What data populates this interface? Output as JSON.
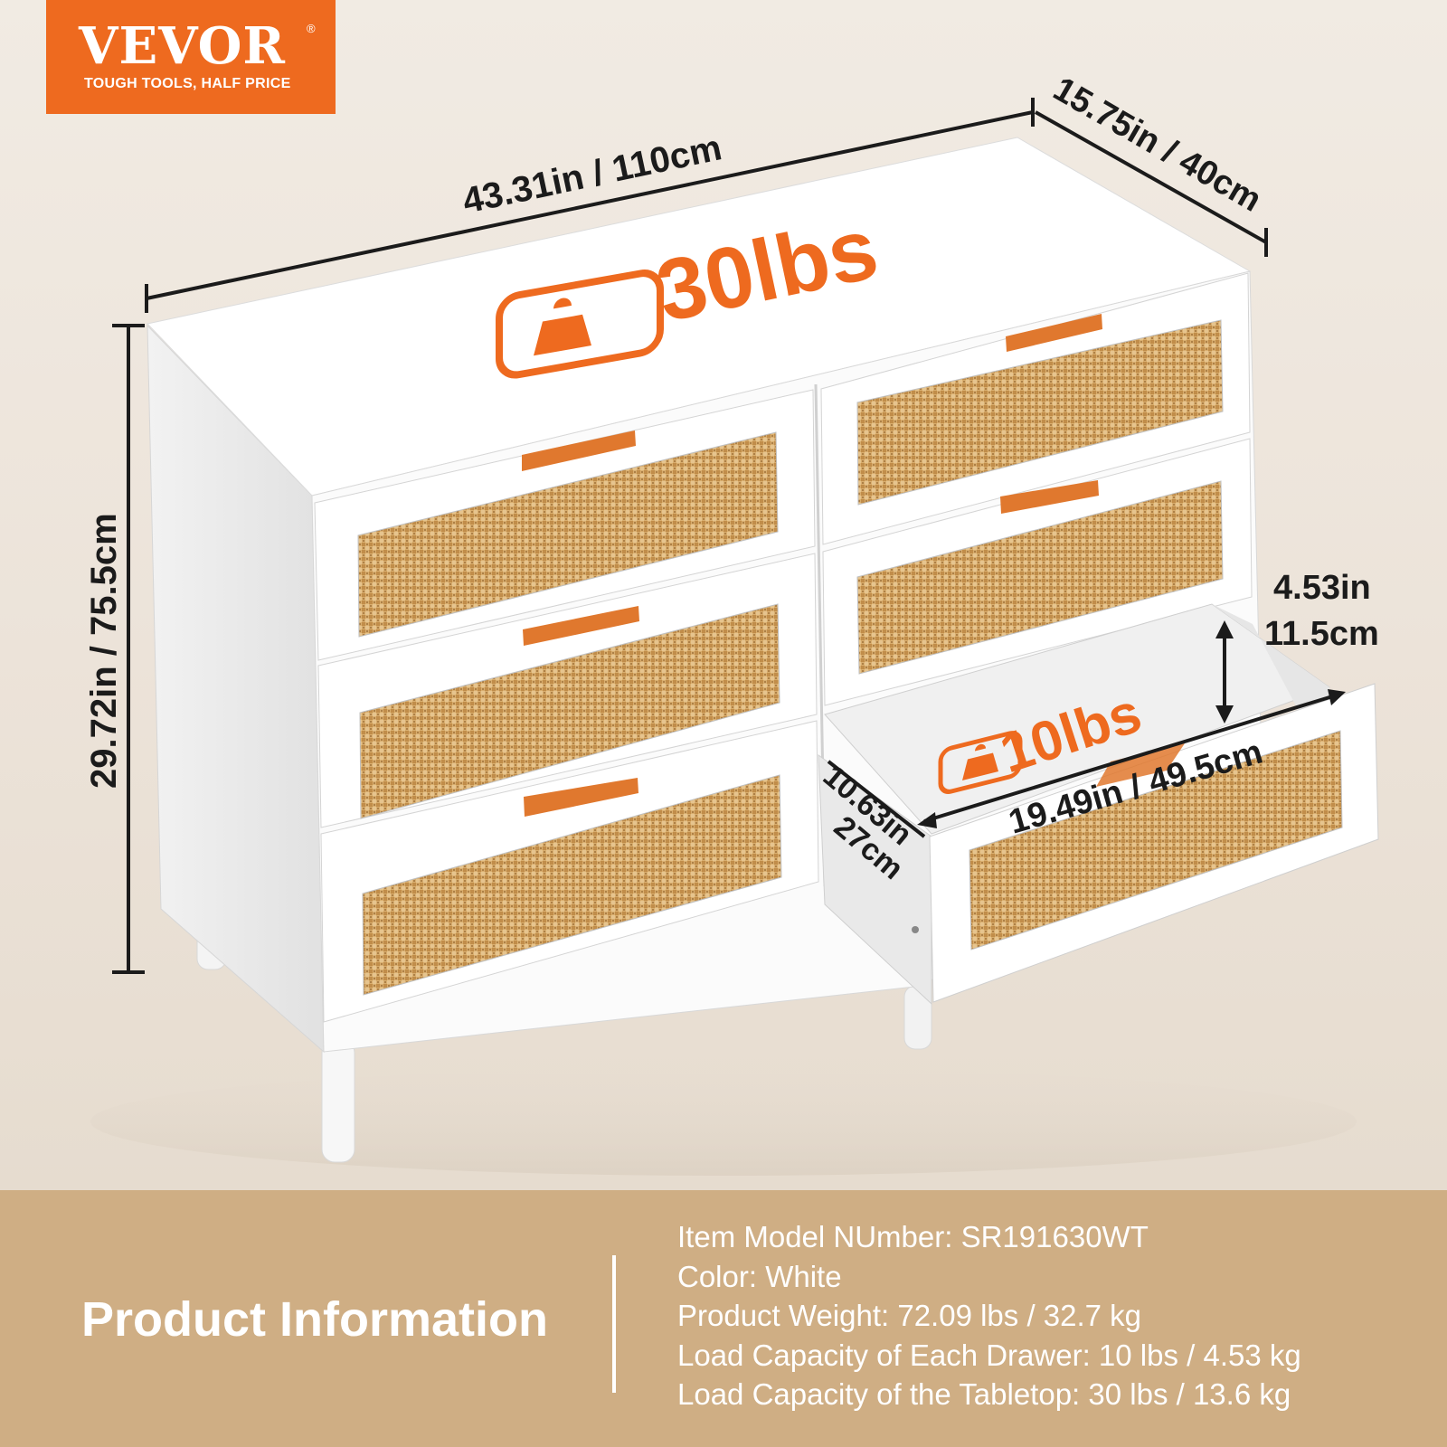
{
  "brand": {
    "name": "VEVOR",
    "registered_mark": "®",
    "tagline": "TOUGH TOOLS, HALF PRICE",
    "color": "#ee6a1f"
  },
  "dimensions": {
    "width": "43.31in / 110cm",
    "depth": "15.75in / 40cm",
    "height": "29.72in / 75.5cm",
    "drawer_height_in": "4.53in",
    "drawer_height_cm": "11.5cm",
    "drawer_width": "19.49in / 49.5cm",
    "drawer_depth_in": "10.63in",
    "drawer_depth_cm": "27cm"
  },
  "load_labels": {
    "tabletop": "30lbs",
    "drawer": "10lbs",
    "icon": "weight-icon"
  },
  "product_info": {
    "title": "Product Information",
    "lines": [
      "Item Model NUmber: SR191630WT",
      "Color: White",
      "Product Weight: 72.09 lbs / 32.7 kg",
      "Load Capacity of Each Drawer: 10 lbs / 4.53 kg",
      "Load Capacity of the Tabletop: 30 lbs / 13.6 kg"
    ]
  },
  "colors": {
    "accent": "#ee6a1f",
    "panel": "#cfae84",
    "furniture": "#ffffff",
    "rattan": "#d9ae6e"
  }
}
